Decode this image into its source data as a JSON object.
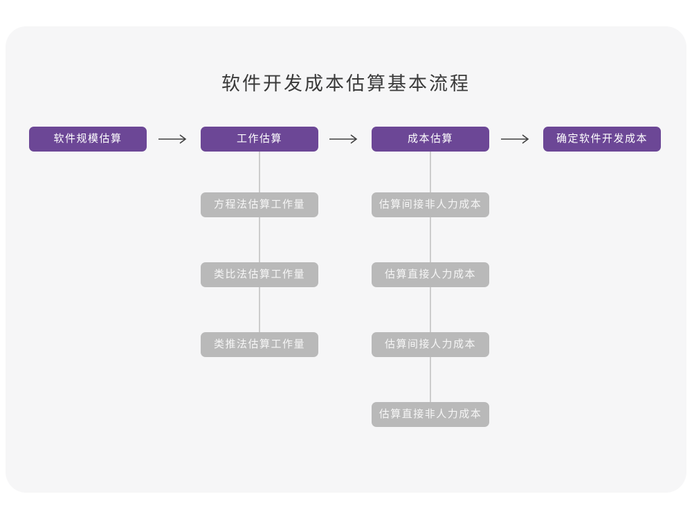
{
  "page": {
    "title": "软件开发成本估算基本流程"
  },
  "colors": {
    "card_background": "#f6f6f7",
    "primary_node": "#6c4796",
    "secondary_node": "#b9b9b9",
    "connector_line": "#cccccc",
    "arrow": "#3f3f3f",
    "title_text": "#3a3a3a",
    "node_text": "#ffffff"
  },
  "flow": {
    "main_steps": [
      "软件规模估算",
      "工作估算",
      "成本估算",
      "确定软件开发成本"
    ],
    "work_estimation_substeps": [
      "方程法估算工作量",
      "类比法估算工作量",
      "类推法估算工作量"
    ],
    "cost_estimation_substeps": [
      "估算间接非人力成本",
      "估算直接人力成本",
      "估算间接人力成本",
      "估算直接非人力成本"
    ]
  }
}
